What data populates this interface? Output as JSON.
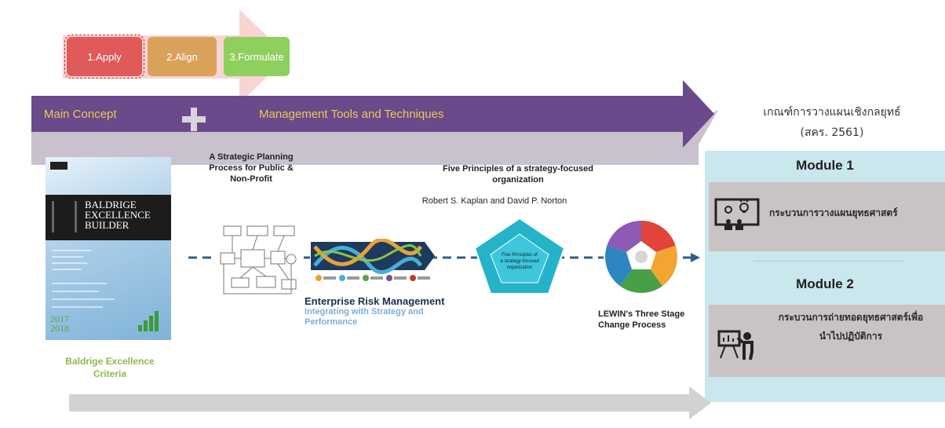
{
  "steps": [
    {
      "label": "1.Apply",
      "color": "#e05a5a"
    },
    {
      "label": "2.Align",
      "color": "#d9a15a"
    },
    {
      "label": "3.Formulate",
      "color": "#8fcf5e"
    }
  ],
  "banner": {
    "left_label": "Main Concept",
    "right_label": "Management Tools and Techniques",
    "color": "#6a4a8a",
    "text_color": "#e8c95a"
  },
  "criteria": {
    "title_line1": "เกณฑ์การวางแผนเชิงกลยุทธ์",
    "title_line2": "(สคร. 2561)"
  },
  "book": {
    "title1": "BALDRIGE",
    "title2": "EXCELLENCE",
    "title3": "BUILDER",
    "year1": "2017",
    "year2": "2018",
    "caption1": "Baldrige Excellence",
    "caption2": "Criteria"
  },
  "strategic_planning": {
    "line1": "A Strategic Planning",
    "line2": "Process for Public &",
    "line3": "Non-Profit"
  },
  "five_principles": {
    "line1": "Five Principles  of  a strategy-focused",
    "line2": "organization",
    "authors": "Robert S. Kaplan and David P. Norton",
    "pentagon_text1": "Five Principles of",
    "pentagon_text2": "a strategy-focused",
    "pentagon_text3": "organization"
  },
  "erm": {
    "title": "Enterprise Risk Management",
    "subtitle1": "Integrating  with Strategy and",
    "subtitle2": "Performance"
  },
  "lewin": {
    "line1": "LEWIN's  Three Stage",
    "line2": "Change Process"
  },
  "modules": [
    {
      "title": "Module 1",
      "label": "กระบวนการวางแผนยุทธศาสตร์"
    },
    {
      "title": "Module 2",
      "label_line1": "กระบวนการถ่ายทอดยุทธศาสตร์เพื่อ",
      "label_line2": "นำไปปฏิบัติการ"
    }
  ]
}
